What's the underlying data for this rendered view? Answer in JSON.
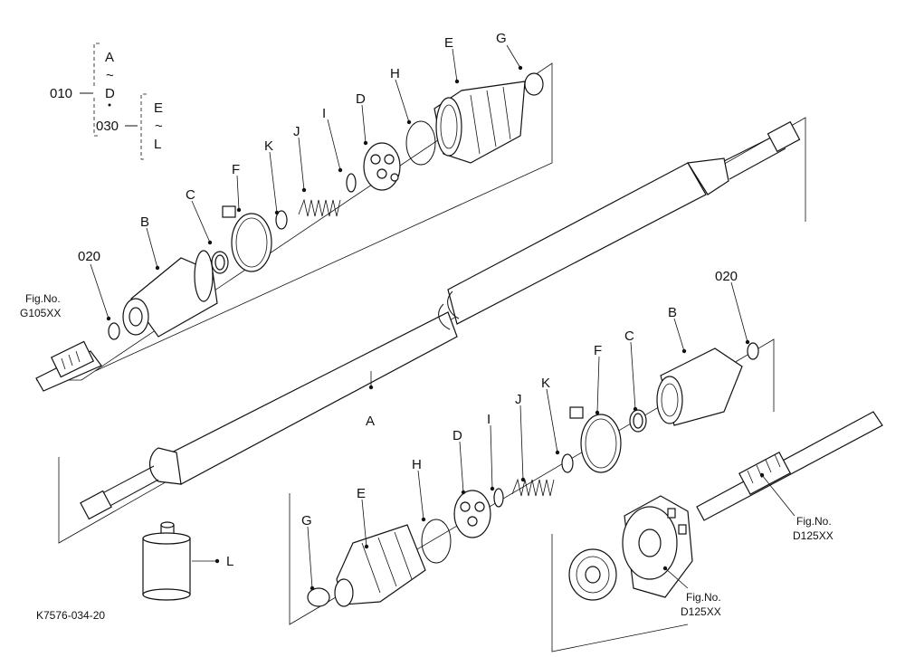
{
  "tree": {
    "root": "010",
    "root_range": [
      "A",
      "~",
      "D"
    ],
    "child": "030",
    "child_range": [
      "E",
      "~",
      "L"
    ]
  },
  "labels": {
    "A_top": "A",
    "B_top": "B",
    "C_top": "C",
    "D_top": "D",
    "E_top": "E",
    "F_top": "F",
    "G_top": "G",
    "H_top": "H",
    "I_top": "I",
    "J_top": "J",
    "K_top": "K",
    "B_bot": "B",
    "C_bot": "C",
    "D_bot": "D",
    "E_bot": "E",
    "F_bot": "F",
    "G_bot": "G",
    "H_bot": "H",
    "I_bot": "I",
    "J_bot": "J",
    "K_bot": "K",
    "L": "L",
    "ref020_top": "020",
    "ref020_bot": "020"
  },
  "fig_refs": {
    "left": [
      "Fig.No.",
      "G105XX"
    ],
    "right": [
      "Fig.No.",
      "D125XX"
    ],
    "bottom": [
      "Fig.No.",
      "D125XX"
    ]
  },
  "footer": {
    "code": "K7576-034-20"
  }
}
